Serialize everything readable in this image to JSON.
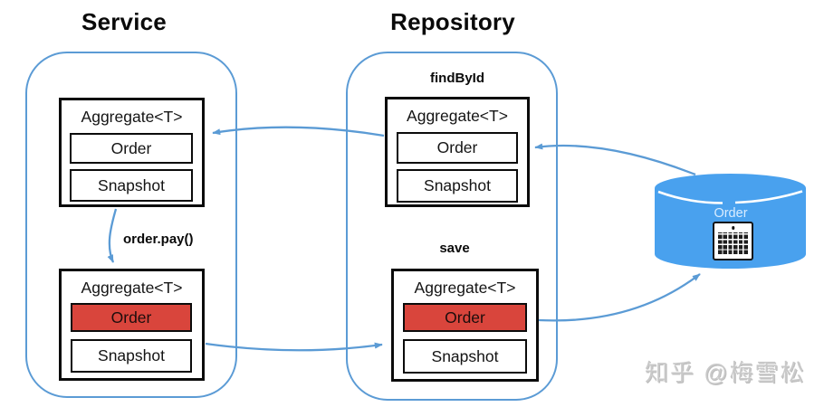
{
  "service": {
    "title": "Service",
    "method_label": "order.pay()",
    "aggregate_loaded": {
      "title": "Aggregate<T>",
      "order_label": "Order",
      "snapshot_label": "Snapshot"
    },
    "aggregate_modified": {
      "title": "Aggregate<T>",
      "order_label": "Order",
      "snapshot_label": "Snapshot",
      "order_highlighted": "true"
    }
  },
  "repository": {
    "title": "Repository",
    "find_by_id_label": "findById",
    "save_label": "save",
    "aggregate_find": {
      "title": "Aggregate<T>",
      "order_label": "Order",
      "snapshot_label": "Snapshot"
    },
    "aggregate_save": {
      "title": "Aggregate<T>",
      "order_label": "Order",
      "snapshot_label": "Snapshot",
      "order_highlighted": "true"
    }
  },
  "database": {
    "label": "Order",
    "icon": "table-grid-icon"
  },
  "arrows": [
    {
      "name": "arrow-repo-findbyid-to-service",
      "from": "repository findById aggregate",
      "to": "service loaded aggregate"
    },
    {
      "name": "arrow-order-pay",
      "from": "service loaded aggregate",
      "to": "service modified aggregate",
      "label": "order.pay()"
    },
    {
      "name": "arrow-service-snapshot-to-repo-save",
      "from": "service modified snapshot",
      "to": "repository save aggregate"
    },
    {
      "name": "arrow-repo-save-order-to-database",
      "from": "repository save order",
      "to": "database"
    },
    {
      "name": "arrow-database-to-repo-findbyid",
      "from": "database",
      "to": "repository findById order"
    }
  ],
  "watermark": "知乎 @梅雪松",
  "colors": {
    "accent_blue": "#5B9BD5",
    "database_blue": "#49A1EE",
    "highlight_red": "#D9453C",
    "box_border": "#0B0B0B",
    "watermark_gray": "#C9C9C9"
  }
}
